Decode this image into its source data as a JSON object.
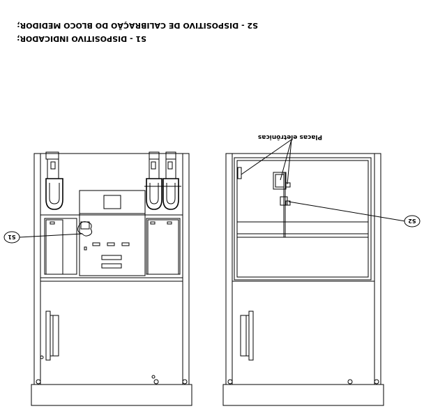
{
  "captions": {
    "s2": "S2 - DISPOSITIVO DE CALIBRAÇÃO DO BLOCO MEDIDOR;",
    "s1": "S1 - DISPOSITIVO INDICADOR;"
  },
  "callouts": {
    "s1_tag": "S1",
    "s2_tag": "S2",
    "seals_label": "Placas eletrônicas"
  }
}
